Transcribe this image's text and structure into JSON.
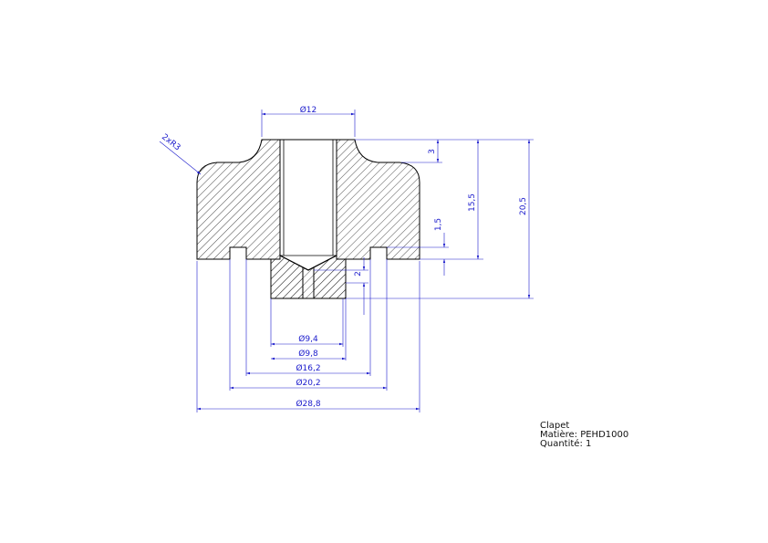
{
  "dimensions": {
    "d12": "Ø12",
    "radius": "2xR3",
    "h3": "3",
    "h15_5": "15,5",
    "h20_5": "20,5",
    "h1_5": "1,5",
    "h2": "2",
    "d9_4": "Ø9,4",
    "d9_8": "Ø9,8",
    "d16_2": "Ø16,2",
    "d20_2": "Ø20,2",
    "d28_8": "Ø28,8"
  },
  "note": {
    "name": "Clapet",
    "material": "Matière: PEHD1000",
    "quantity": "Quantité: 1"
  },
  "colors": {
    "outline": "#000000",
    "dimension": "#1a1acc",
    "background": "#ffffff"
  }
}
